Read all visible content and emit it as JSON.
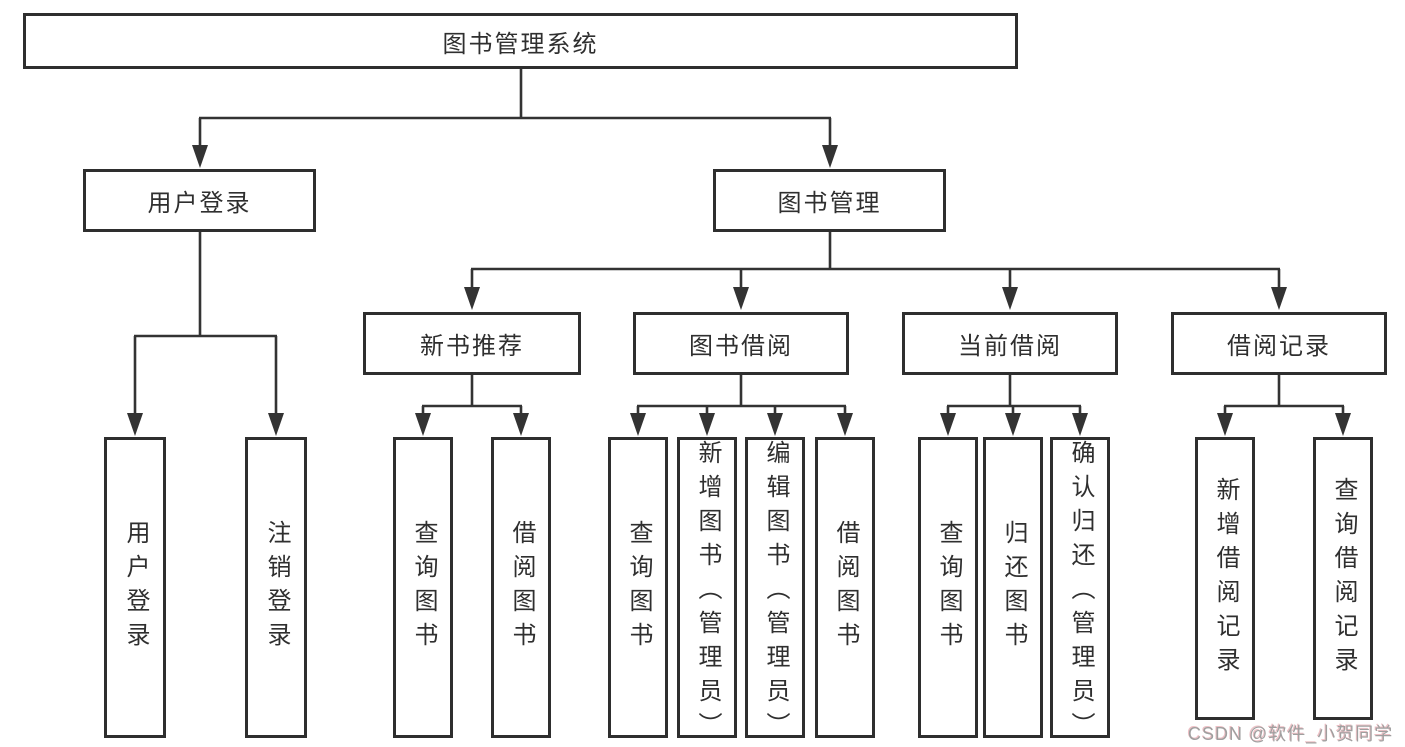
{
  "colors": {
    "line": "#333333",
    "box_border": "#2e2e2e",
    "text": "#2f2f2f",
    "background": "#ffffff",
    "watermark": "#9f9f9f"
  },
  "watermark": {
    "text": "CSDN @软件_小贺同学"
  },
  "tree": {
    "label": "图书管理系统",
    "children": [
      {
        "label": "用户登录",
        "children": [
          {
            "label": "用户登录"
          },
          {
            "label": "注销登录"
          }
        ]
      },
      {
        "label": "图书管理",
        "children": [
          {
            "label": "新书推荐",
            "children": [
              {
                "label": "查询图书"
              },
              {
                "label": "借阅图书"
              }
            ]
          },
          {
            "label": "图书借阅",
            "children": [
              {
                "label": "查询图书"
              },
              {
                "label": "新增图书（管理员）"
              },
              {
                "label": "编辑图书（管理员）"
              },
              {
                "label": "借阅图书"
              }
            ]
          },
          {
            "label": "当前借阅",
            "children": [
              {
                "label": "查询图书"
              },
              {
                "label": "归还图书"
              },
              {
                "label": "确认归还（管理员）"
              }
            ]
          },
          {
            "label": "借阅记录",
            "children": [
              {
                "label": "新增借阅记录"
              },
              {
                "label": "查询借阅记录"
              }
            ]
          }
        ]
      }
    ]
  }
}
